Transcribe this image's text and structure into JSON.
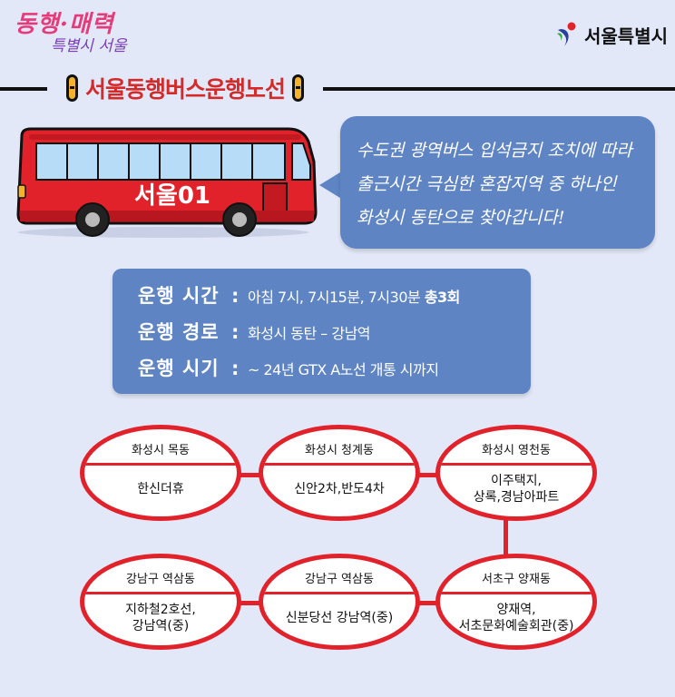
{
  "logos": {
    "campaign_line1": "동행·매력",
    "campaign_line2": "특별시 서울",
    "city_name": "서울특별시"
  },
  "title": "서울동행버스운행노선",
  "bus": {
    "label": "서울01",
    "body_color": "#e2222b"
  },
  "speech": {
    "text": "수도권 광역버스 입석금지 조치에 따라\n출근시간 극심한 혼잡지역 중 하나인\n화성시 동탄으로 찾아갑니다!"
  },
  "info": {
    "rows": [
      {
        "label": "운행 시간",
        "colon": ":",
        "value": "아침 7시, 7시15분, 7시30분 ",
        "value_bold": "총3회"
      },
      {
        "label": "운행 경로",
        "colon": ":",
        "value": "화성시 동탄 – 강남역",
        "value_bold": ""
      },
      {
        "label": "운행 시기",
        "colon": ":",
        "value": "~ 24년 GTX A노선 개통 시까지",
        "value_bold": ""
      }
    ]
  },
  "route": {
    "stops": [
      {
        "name": "화성시 목동",
        "detail": "한신더휴"
      },
      {
        "name": "화성시 청계동",
        "detail": "신안2차,반도4차"
      },
      {
        "name": "화성시 영천동",
        "detail": "이주택지,\n상록,경남아파트"
      },
      {
        "name": "서초구 양재동",
        "detail": "양재역,\n서초문화예술회관(중)"
      },
      {
        "name": "강남구 역삼동",
        "detail": "신분당선 강남역(중)"
      },
      {
        "name": "강남구 역삼동",
        "detail": "지하철2호선,\n강남역(중)"
      }
    ]
  },
  "colors": {
    "background": "#e3e8f8",
    "panel_blue": "#5e84c4",
    "route_red": "#e2222b",
    "title_red": "#d52a2a",
    "lamp_yellow": "#f5b32b"
  }
}
